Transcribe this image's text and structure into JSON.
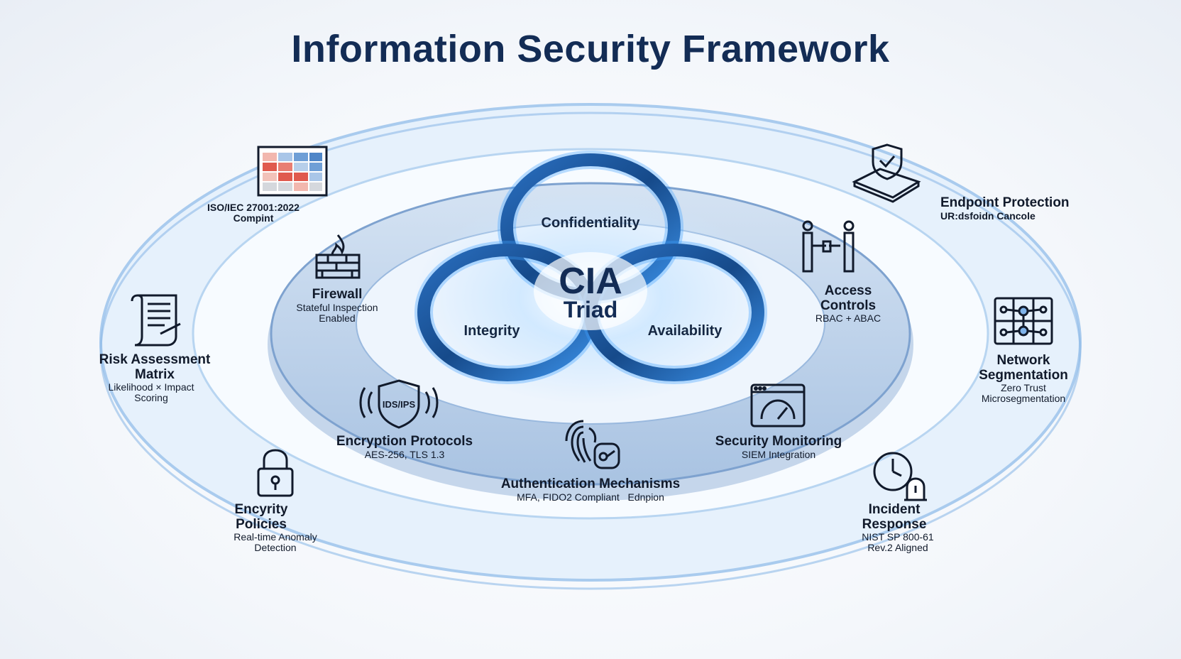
{
  "title": "Information Security Framework",
  "core": {
    "line1": "CIA",
    "line2": "Triad",
    "rings": [
      "Confidentiality",
      "Integrity",
      "Availability"
    ]
  },
  "inner_ring": [
    {
      "heading": "Firewall",
      "sub": "Stateful Inspection Enabled",
      "icon": "firewall-icon"
    },
    {
      "heading": "Access Controls",
      "sub": "RBAC + ABAC",
      "icon": "turnstile-icon"
    },
    {
      "heading": "Encryption Protocols",
      "sub": "AES-256, TLS 1.3",
      "icon": "ids-ips-shield-icon",
      "icon_text": "IDS/IPS"
    },
    {
      "heading": "Authentication Mechanisms",
      "sub": "MFA, FIDO2 Compliant",
      "extra": "Ednpion",
      "icon": "fingerprint-key-icon"
    },
    {
      "heading": "Security Monitoring",
      "sub": "SIEM Integration",
      "icon": "dashboard-gauge-icon"
    }
  ],
  "outer_ring": [
    {
      "heading": "",
      "sub": "ISO/IEC 27001:2022 Compint",
      "icon": "heatmap-grid-icon"
    },
    {
      "heading": "Endpoint Protection",
      "sub": "UR:dsfoidn Cancole",
      "icon": "shield-device-icon"
    },
    {
      "heading": "Risk Assessment Matrix",
      "sub": "Likelihood × Impact Scoring",
      "icon": "document-scroll-icon"
    },
    {
      "heading": "Network Segmentation",
      "sub": "Zero Trust Microsegmentation",
      "icon": "network-grid-icon"
    },
    {
      "heading": "Encyrity Policies",
      "sub": "Real-time Anomaly Detection",
      "icon": "padlock-icon"
    },
    {
      "heading": "Incident Response",
      "sub": "NIST SP 800-61 Rev.2 Aligned",
      "icon": "clock-alert-icon"
    }
  ],
  "colors": {
    "title": "#132c55",
    "ring_dark": "#1b4f8f",
    "ring_glow": "#3fa0ff",
    "disc": "#c9dcf1",
    "outer": "#d6e7f8"
  }
}
